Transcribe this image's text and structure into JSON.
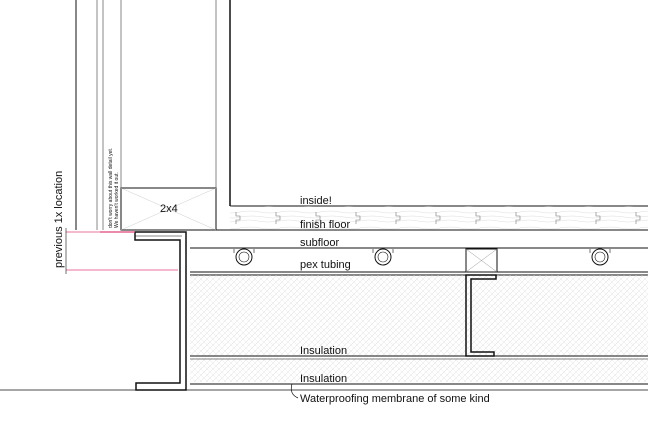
{
  "labels": {
    "inside": "inside!",
    "finish_floor": "finish floor",
    "subfloor": "subfloor",
    "pex_tubing": "pex tubing",
    "insulation_upper": "Insulation",
    "insulation_lower": "Insulation",
    "waterproofing": "Waterproofing membrane of some kind",
    "stud": "2x4",
    "previous_location": "previous 1x location",
    "wall_note_line1": "don't worry about this wall detail yet.",
    "wall_note_line2": "We haven't worked it out."
  },
  "colors": {
    "line": "#111111",
    "marker": "#e0457b",
    "hatch": "#c9c9c9",
    "wood": "#bdbdbd"
  }
}
